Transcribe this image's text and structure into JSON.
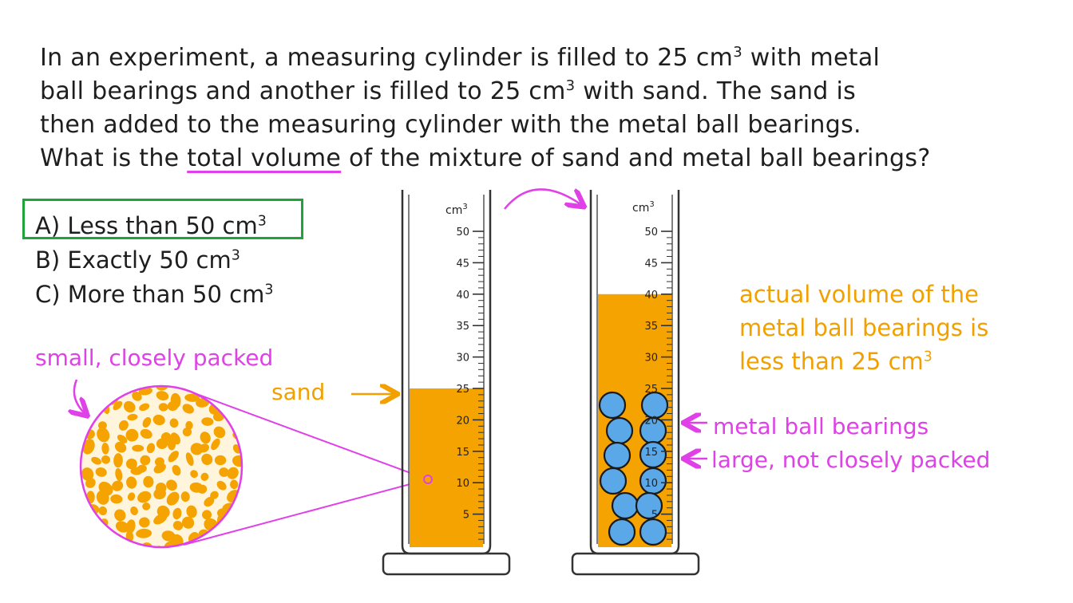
{
  "question": {
    "line1_a": "In an experiment, a measuring cylinder is filled to 25 cm",
    "line1_sup": "3",
    "line1_b": " with metal",
    "line2_a": "ball bearings and another is filled to 25 cm",
    "line2_sup": "3",
    "line2_b": " with sand. The sand is",
    "line3": "then added to the measuring cylinder with the metal ball bearings.",
    "line4_a": "What is the ",
    "line4_underlined": "total volume",
    "line4_b": " of the mixture of sand and metal ball bearings?"
  },
  "options": [
    {
      "text": "A) Less than 50 cm",
      "sup": "3",
      "correct": true
    },
    {
      "text": "B) Exactly 50 cm",
      "sup": "3",
      "correct": false
    },
    {
      "text": "C) More than 50 cm",
      "sup": "3",
      "correct": false
    }
  ],
  "labels": {
    "small_packed": "small, closely packed",
    "sand": "sand",
    "metal_bearings": "metal ball bearings",
    "large_not_packed": "large, not closely packed"
  },
  "note": {
    "line1": "actual volume of the",
    "line2": "metal ball bearings is",
    "line3_a": "less than 25 cm",
    "line3_sup": "3"
  },
  "cylinders": {
    "unit": "cm",
    "unit_sup": "3",
    "scale": [
      "5",
      "10",
      "15",
      "20",
      "25",
      "30",
      "35",
      "40",
      "45",
      "50"
    ],
    "left_fill_level": 25,
    "right_fill_level": 40
  },
  "colors": {
    "sand": "#f5a300",
    "bearing": "#5aa8e8",
    "pink": "#e040e8",
    "orange": "#f2a000",
    "answer_box": "#1fa43a"
  }
}
